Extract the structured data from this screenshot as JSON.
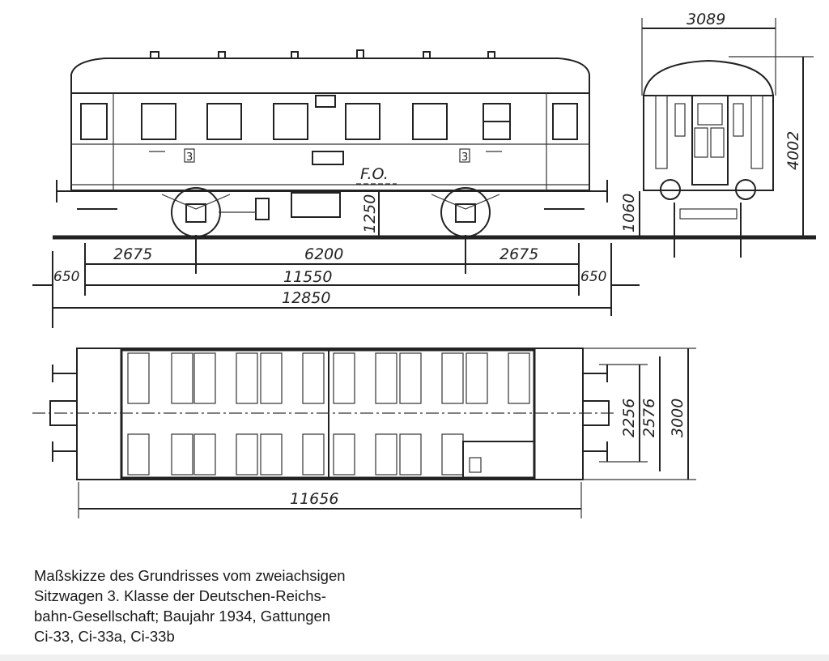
{
  "side_view": {
    "class_marker_left": "3",
    "class_marker_right": "3",
    "floor_label": "F.O.",
    "floor_height": "1250",
    "dims": {
      "overhang_left_axle": "2675",
      "wheelbase": "6200",
      "overhang_right_axle": "2675",
      "buffer_left": "650",
      "body_length": "11550",
      "buffer_right": "650",
      "overall_length": "12850"
    }
  },
  "end_view": {
    "width": "3089",
    "height": "4002",
    "buffer_height": "1060"
  },
  "plan_view": {
    "length": "11656",
    "width_inner": "2256",
    "width_body": "2576",
    "width_overall": "3000"
  },
  "caption": {
    "lines": [
      "Maßskizze des Grundrisses vom zweiachsigen",
      "Sitzwagen 3. Klasse der Deutschen-Reichs-",
      "bahn-Gesellschaft; Baujahr 1934, Gattungen",
      "Ci-33, Ci-33a, Ci-33b"
    ]
  }
}
